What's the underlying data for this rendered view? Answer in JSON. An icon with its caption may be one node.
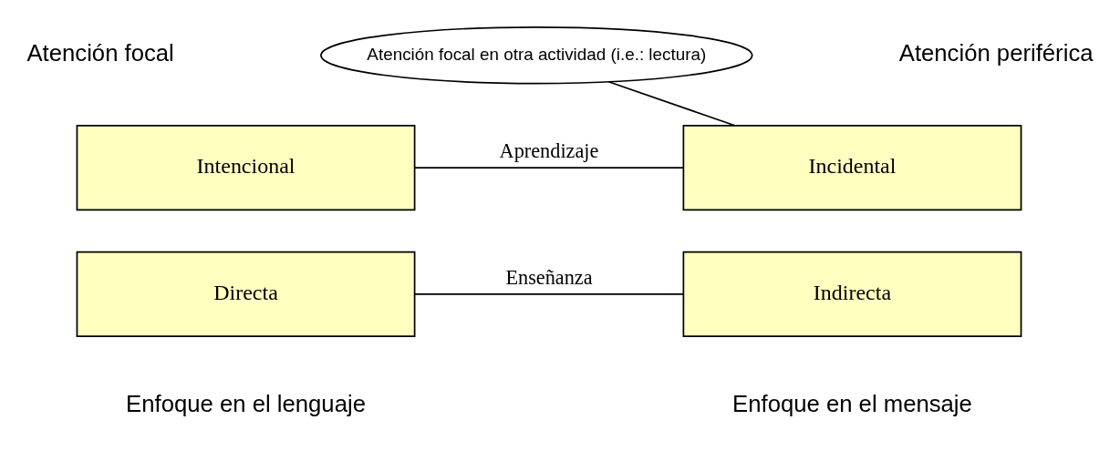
{
  "diagram": {
    "nodes": [
      {
        "text": [
          "Intencional"
        ],
        "beside": [
          "Atención focal"
        ]
      },
      {
        "text": [
          "Incidental"
        ],
        "beside": [
          "Atención periférica"
        ]
      },
      {
        "text": [
          "Directa"
        ],
        "beside": [
          "Enfoque en el lenguaje"
        ]
      },
      {
        "text": [
          "Indirecta"
        ],
        "beside": [
          "Enfoque en el mensaje"
        ]
      },
      {
        "text": [
          "Atención focal en otra actividad (i.e.: lectura)"
        ]
      }
    ],
    "edges": [
      {
        "from": 0,
        "to": 1,
        "arrow": "none",
        "label": "Aprendizaje"
      },
      {
        "from": 2,
        "to": 3,
        "arrow": "none",
        "label": "Enseñanza"
      },
      {
        "from": 4,
        "to": 1,
        "arrow": "none"
      }
    ]
  }
}
